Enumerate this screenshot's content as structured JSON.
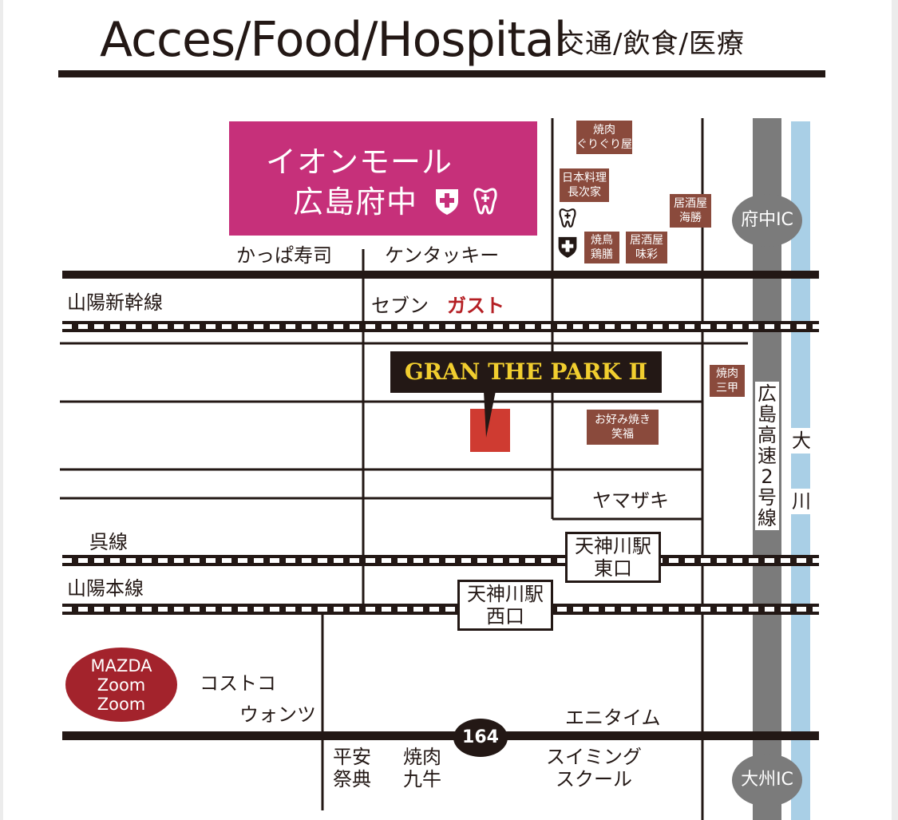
{
  "header": {
    "title": "Acces/Food/Hospital",
    "subtitle": "交通/飲食/医療"
  },
  "landmarks": {
    "aeon_line1": "イオンモール",
    "aeon_line2": "広島府中",
    "kappa": "かっぱ寿司",
    "kfc": "ケンタッキー",
    "seven": "セブン",
    "gust": "ガスト",
    "yamazaki": "ヤマザキ",
    "costco": "コストコ",
    "wantsu": "ウォンツ",
    "anytime": "エニタイム",
    "heian_1": "平安",
    "heian_2": "祭典",
    "kyugyu_1": "焼肉",
    "kyugyu_2": "九牛",
    "swim_1": "スイミング",
    "swim_2": "スクール",
    "mazda_1": "MAZDA",
    "mazda_2": "Zoom",
    "mazda_3": "Zoom"
  },
  "shops": {
    "guriguri_1": "焼肉",
    "guriguri_2": "ぐりぐり屋",
    "choji_1": "日本料理",
    "choji_2": "長次家",
    "kaisho_1": "居酒屋",
    "kaisho_2": "海勝",
    "torizen_1": "焼鳥",
    "torizen_2": "鶏膳",
    "misai_1": "居酒屋",
    "misai_2": "味彩",
    "sanko_1": "焼肉",
    "sanko_2": "三甲",
    "shofuku_1": "お好み焼き",
    "shofuku_2": "笑福"
  },
  "rail": {
    "sanyo_shinkansen": "山陽新幹線",
    "kure_line": "呉線",
    "sanyo_main": "山陽本線",
    "east_1": "天神川駅",
    "east_2": "東口",
    "west_1": "天神川駅",
    "west_2": "西口"
  },
  "roads": {
    "fuchu_ic": "府中IC",
    "daishu_ic": "大州IC",
    "expressway": [
      "広",
      "島",
      "高",
      "速",
      "2",
      "号",
      "線"
    ],
    "river": [
      "大",
      "川"
    ],
    "route_no": "164"
  },
  "property": {
    "name": "GRAN THE PARK Ⅱ"
  },
  "colors": {
    "aeon": "#c6307a",
    "shop": "#8a4a3c",
    "target": "#cf3b31",
    "expressway": "#7b7b7b",
    "river": "#a9cfe6",
    "sign_text": "#f1ce2f"
  }
}
